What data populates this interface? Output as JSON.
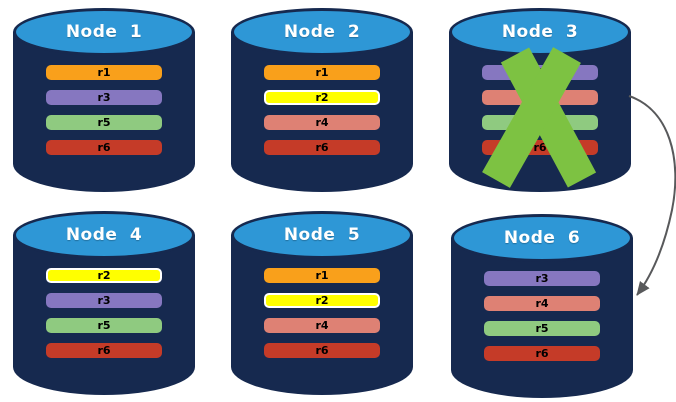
{
  "diagram": {
    "node_style": {
      "body_color": "#16294F",
      "top_color": "#2E97D6",
      "outline_color": "#16294F",
      "title_color": "#FFFFFF"
    },
    "nodes": [
      {
        "title": "Node 1",
        "replicas": [
          {
            "label": "r1",
            "color": "#F9A01B"
          },
          {
            "label": "r3",
            "color": "#8677C0"
          },
          {
            "label": "r5",
            "color": "#8FCA80"
          },
          {
            "label": "r6",
            "color": "#C53B28"
          }
        ]
      },
      {
        "title": "Node 2",
        "replicas": [
          {
            "label": "r1",
            "color": "#F9A01B"
          },
          {
            "label": "r2",
            "color": "#FFFF00",
            "border": "#FFFFFF"
          },
          {
            "label": "r4",
            "color": "#DE8174"
          },
          {
            "label": "r6",
            "color": "#C53B28"
          }
        ]
      },
      {
        "title": "Node 3",
        "failed": true,
        "replicas": [
          {
            "label": "r3",
            "color": "#8677C0"
          },
          {
            "label": "r4",
            "color": "#DE8174"
          },
          {
            "label": "r5",
            "color": "#8FCA80"
          },
          {
            "label": "r6",
            "color": "#C53B28"
          }
        ]
      },
      {
        "title": "Node 4",
        "replicas": [
          {
            "label": "r2",
            "color": "#FFFF00",
            "border": "#FFFFFF"
          },
          {
            "label": "r3",
            "color": "#8677C0"
          },
          {
            "label": "r5",
            "color": "#8FCA80"
          },
          {
            "label": "r6",
            "color": "#C53B28"
          }
        ]
      },
      {
        "title": "Node 5",
        "replicas": [
          {
            "label": "r1",
            "color": "#F9A01B"
          },
          {
            "label": "r2",
            "color": "#FFFF00",
            "border": "#FFFFFF"
          },
          {
            "label": "r4",
            "color": "#DE8174"
          },
          {
            "label": "r6",
            "color": "#C53B28"
          }
        ]
      },
      {
        "title": "Node 6",
        "replicas": [
          {
            "label": "r3",
            "color": "#8677C0"
          },
          {
            "label": "r4",
            "color": "#DE8174"
          },
          {
            "label": "r5",
            "color": "#8FCA80"
          },
          {
            "label": "r6",
            "color": "#C53B28"
          }
        ]
      }
    ],
    "failure_x": {
      "on_node": "Node 3",
      "color": "#7DC242"
    },
    "failover_arrow": {
      "from_node": "Node 3",
      "to_node": "Node 6",
      "color": "#58595B"
    }
  }
}
